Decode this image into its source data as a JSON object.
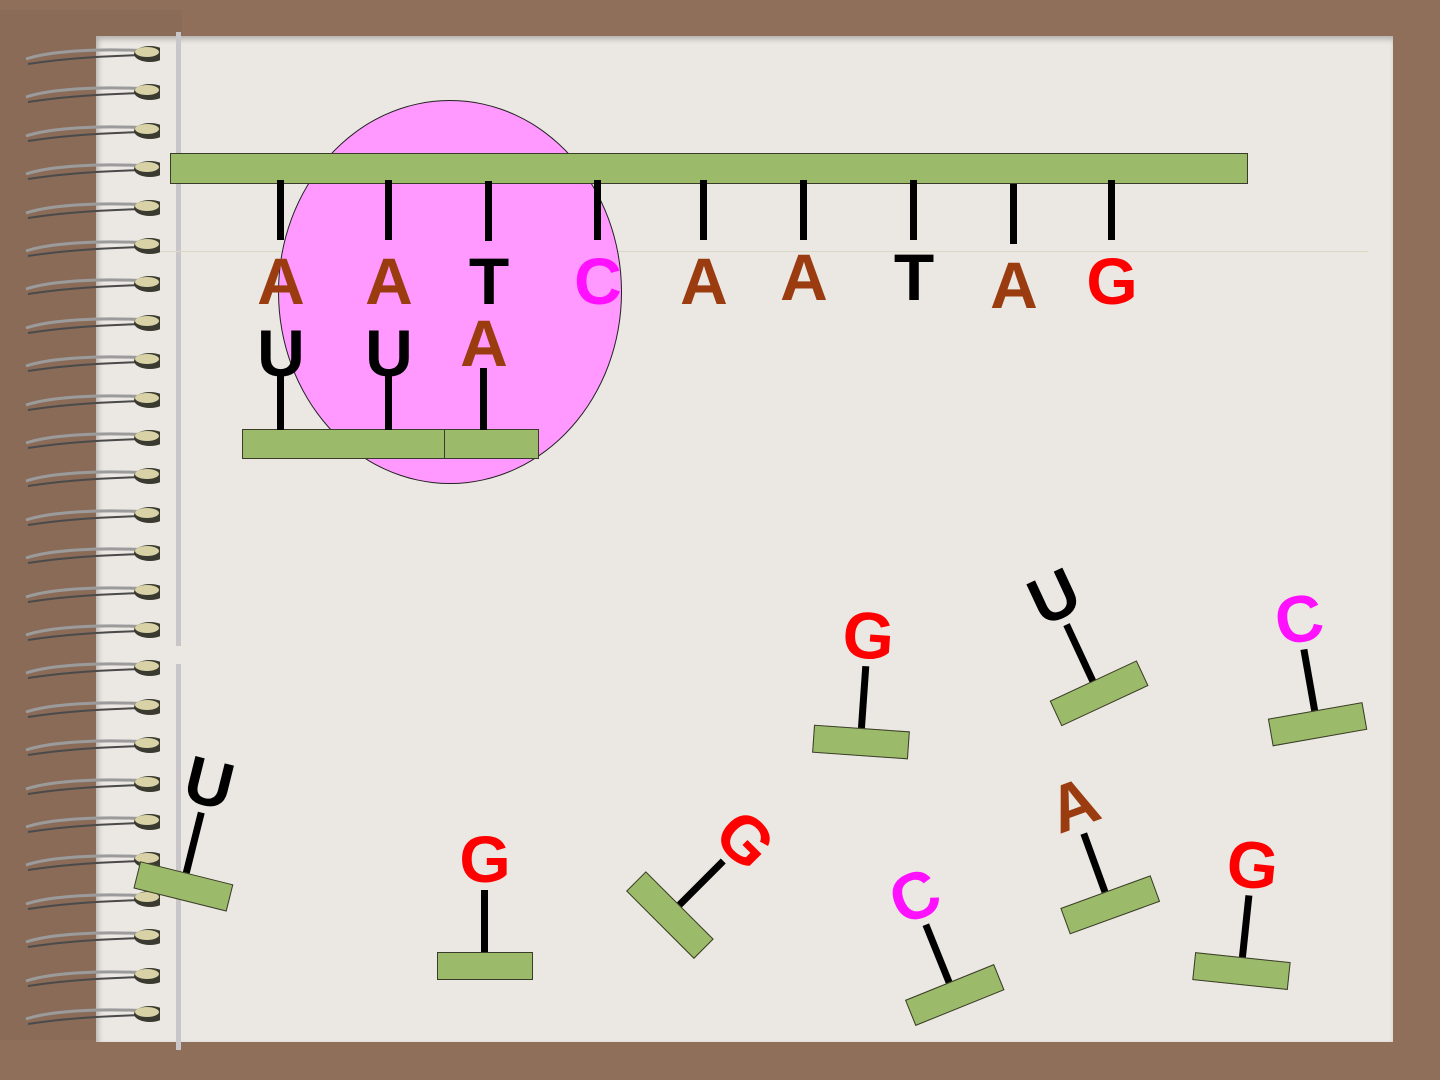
{
  "template_strand": {
    "bases": [
      "A",
      "A",
      "T",
      "C",
      "A",
      "A",
      "T",
      "A",
      "G"
    ]
  },
  "rna_strand": {
    "bases": [
      "U",
      "U",
      "A"
    ]
  },
  "free_nucleotides": [
    "G",
    "U",
    "C",
    "U",
    "G",
    "G",
    "A",
    "C",
    "G"
  ],
  "colors": {
    "A": "#9a3c10",
    "T": "#000000",
    "U": "#000000",
    "C": "#ff10ff",
    "G": "#ff0000",
    "backbone": "#9bbb6a",
    "polymerase": "#ff99ff",
    "frame": "#8f6e5a",
    "paper": "#ebe7e3"
  },
  "icons": {
    "binding": "spiral-binding-icon"
  }
}
